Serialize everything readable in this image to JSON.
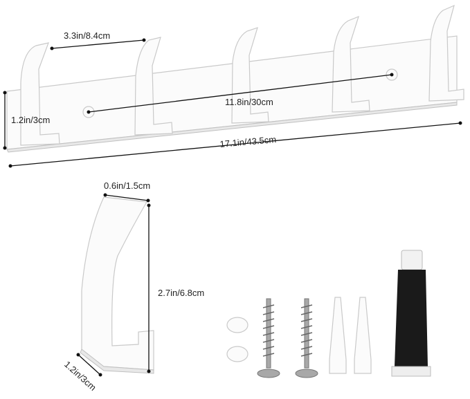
{
  "dimensions": {
    "hook_spacing": "3.3in/8.4cm",
    "mount_hole_spacing": "11.8in/30cm",
    "rail_height": "1.2in/3cm",
    "rail_length": "17.1in/43.5cm",
    "hook_width": "0.6in/1.5cm",
    "hook_height": "2.7in/6.8cm",
    "hook_depth": "1.2in/3cm"
  },
  "colors": {
    "product": "#fbfbfb",
    "outline": "#c9c9c9",
    "dimension_line": "#111111",
    "tube": "#1a1a1a",
    "screw": "#a8a8a8"
  }
}
